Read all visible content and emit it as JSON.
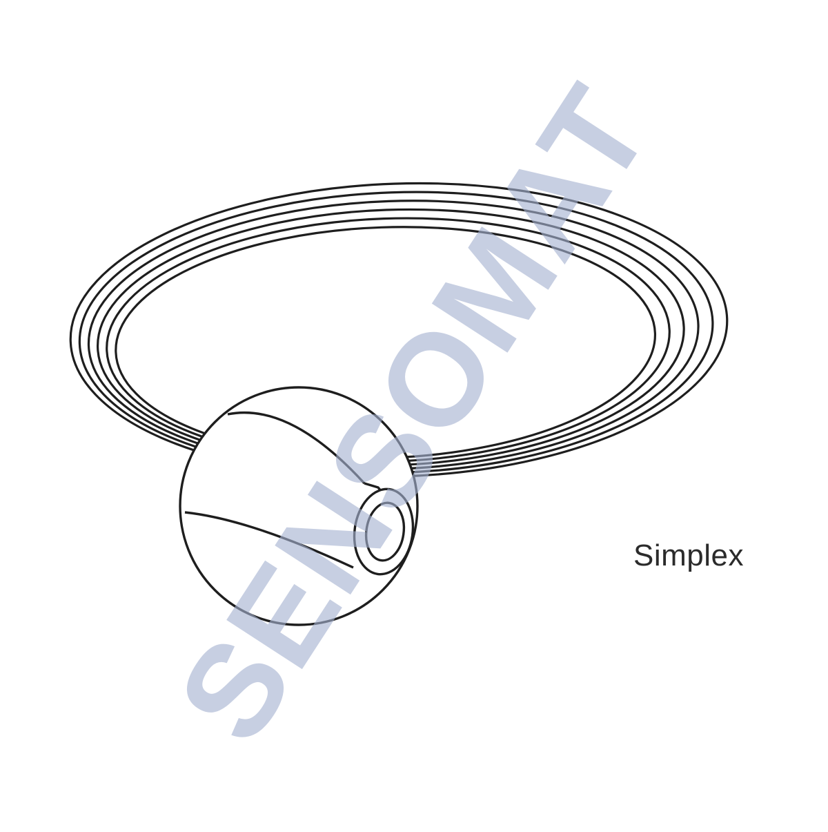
{
  "figure": {
    "caption": "Simplex",
    "line_color": "#1e1e1e",
    "cable_turns": 6,
    "icons": [
      "fiber-coil-icon",
      "connector-ball-icon",
      "fiber-ferrule-icon"
    ]
  },
  "watermark": {
    "text": "SENSOMAT",
    "color": "#a5b2d0"
  }
}
